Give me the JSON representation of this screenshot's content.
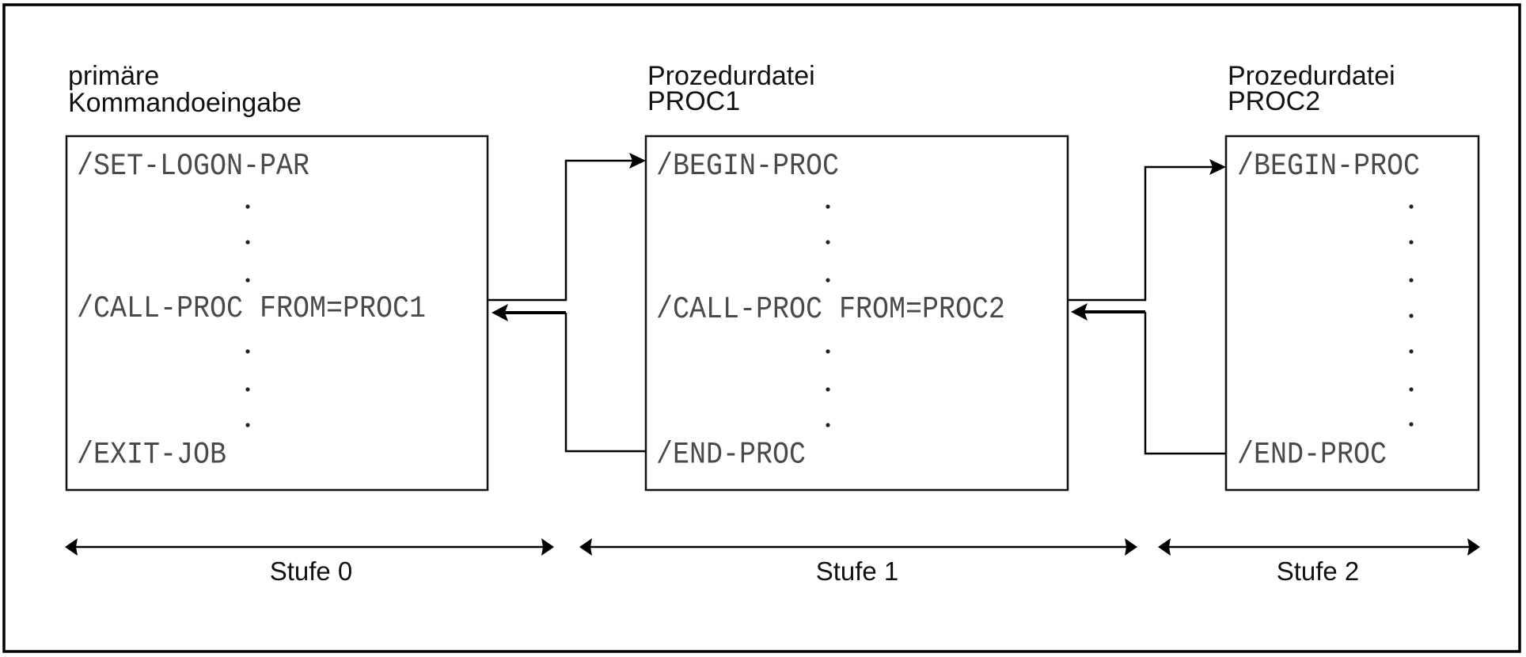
{
  "diagram": {
    "columns": [
      {
        "title_lines": [
          "primäre",
          "Kommandoeingabe"
        ],
        "lines": {
          "first": "/SET-LOGON-PAR",
          "call": "/CALL-PROC FROM=PROC1",
          "last": "/EXIT-JOB"
        },
        "dots_before_call": 3,
        "dots_after_call": 3
      },
      {
        "title_lines": [
          "Prozedurdatei",
          "PROC1"
        ],
        "lines": {
          "first": "/BEGIN-PROC",
          "call": "/CALL-PROC FROM=PROC2",
          "last": "/END-PROC"
        },
        "dots_before_call": 3,
        "dots_after_call": 3
      },
      {
        "title_lines": [
          "Prozedurdatei",
          "PROC2"
        ],
        "lines": {
          "first": "/BEGIN-PROC",
          "call": "",
          "last": "/END-PROC"
        },
        "dots_total": 7
      }
    ],
    "levels": [
      {
        "label": "Stufe 0"
      },
      {
        "label": "Stufe 1"
      },
      {
        "label": "Stufe 2"
      }
    ],
    "connections": [
      {
        "from": "/CALL-PROC FROM=PROC1",
        "to": "PROC1 /BEGIN-PROC",
        "return_from": "PROC1 /END-PROC"
      },
      {
        "from": "/CALL-PROC FROM=PROC2",
        "to": "PROC2 /BEGIN-PROC",
        "return_from": "PROC2 /END-PROC"
      }
    ]
  }
}
